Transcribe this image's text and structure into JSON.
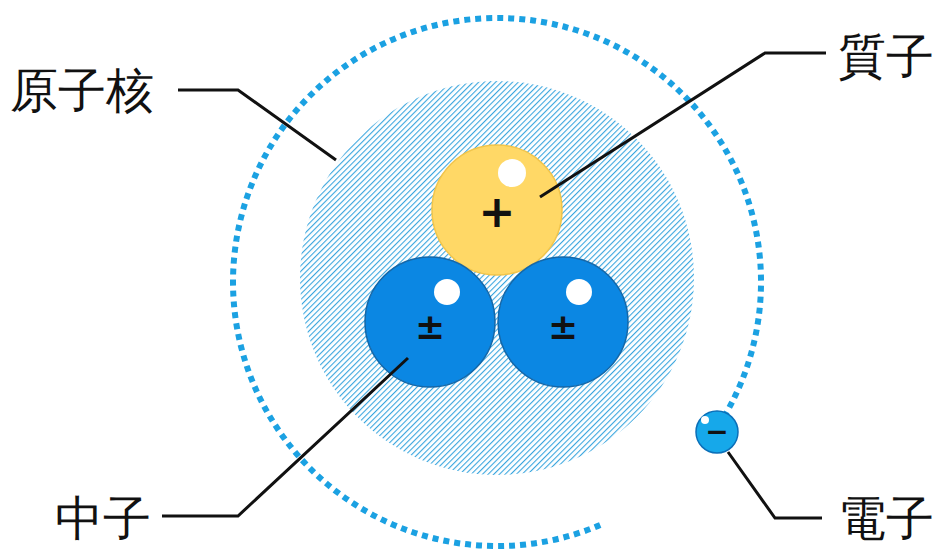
{
  "diagram": {
    "nodes": [
      {
        "text": [
          "+"
        ]
      },
      {
        "text": [
          "±"
        ]
      },
      {
        "text": [
          "±"
        ]
      },
      {
        "text": [
          "−"
        ]
      }
    ],
    "labels": [
      "原子核",
      "質子",
      "中子",
      "電子"
    ]
  }
}
